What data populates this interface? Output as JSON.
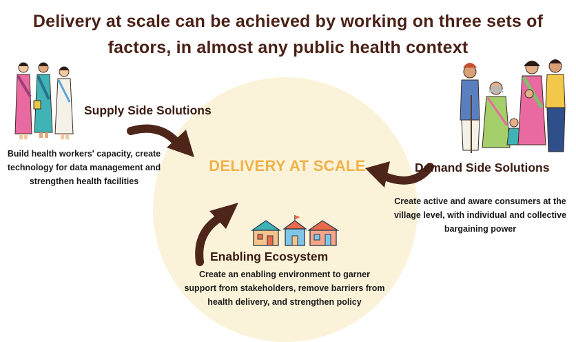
{
  "title": {
    "line1": "Delivery at scale can be achieved by working on three sets of",
    "line2": "factors, in almost any public health context"
  },
  "center": {
    "label": "DELIVERY AT SCALE"
  },
  "supply": {
    "heading": "Supply Side Solutions",
    "desc_lines": [
      "Build health workers' capacity, create",
      "technology for data management and",
      "strengthen health facilities"
    ]
  },
  "demand": {
    "heading": "Demand Side Solutions",
    "desc_lines": [
      "Create active and aware consumers at the",
      "village level, with individual and collective",
      "bargaining power"
    ]
  },
  "enabling": {
    "heading": "Enabling Ecosystem",
    "desc_lines": [
      "Create an enabling environment to garner",
      "support from stakeholders, remove barriers from",
      "health delivery, and strengthen policy"
    ]
  },
  "colors": {
    "title": "#4a2117",
    "arrow": "#4e2619",
    "circle_fill": "#fbf3d9",
    "center_label": "#f0b14a"
  },
  "icons": [
    "health-workers-illustration",
    "family-illustration",
    "houses-illustration",
    "curved-arrow-icon"
  ]
}
